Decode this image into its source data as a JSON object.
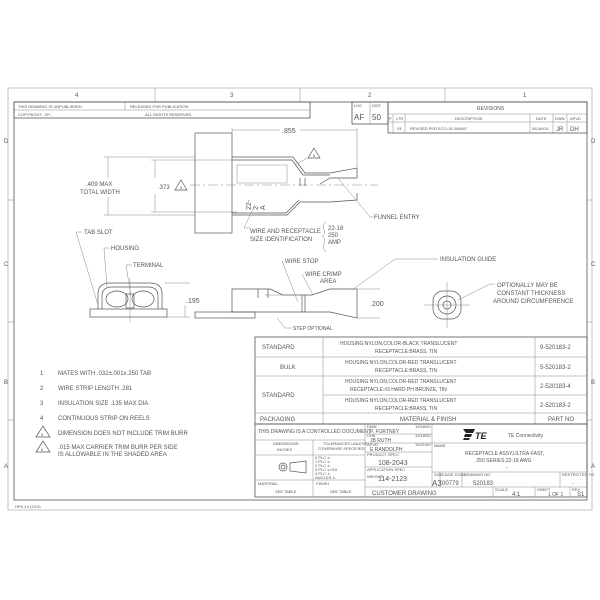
{
  "zones": {
    "columns": [
      "4",
      "3",
      "2",
      "1"
    ],
    "rows": [
      "D",
      "C",
      "B",
      "A"
    ]
  },
  "header_notes": {
    "unpublished": "THIS DRAWING IS UNPUBLISHED.",
    "copyright": "COPYRIGHT - BY -",
    "released": "RELEASED FOR PUBLICATION",
    "rights": "ALL RIGHTS RESERVED."
  },
  "loc_dist": {
    "loc_label": "LOC",
    "loc": "AF",
    "dist_label": "DIST",
    "dist": "50"
  },
  "revisions": {
    "title": "REVISIONS",
    "headers": [
      "P",
      "LTR",
      "DESCRIPTION",
      "DATE",
      "DWN",
      "APVD"
    ],
    "rows": [
      {
        "p": "",
        "ltr": "S1",
        "description": "REVISED PER ECO-15-008407",
        "date": "06JAN15",
        "dwn": "JR",
        "apvd": "DH"
      }
    ]
  },
  "drawing": {
    "dim_length": ".855",
    "dim_width_1": ".409 MAX",
    "dim_width_2": "TOTAL WIDTH",
    "dim_inner": ".373",
    "note_ref_5": "5",
    "note_ref_6": "6",
    "funnel_entry": "FUNNEL ENTRY",
    "size_id_1": "WIRE AND RECEPTACLE",
    "size_id_2": "SIZE IDENTIFICATION",
    "size_vals": [
      "22-18",
      "250",
      "AMP"
    ],
    "stamp": [
      "22-",
      "2",
      "A"
    ],
    "tab_slot": "TAB SLOT",
    "housing": "HOUSING",
    "terminal": "TERMINAL",
    "dim_height": ".195",
    "wire_stop": "WIRE STOP",
    "wire_crimp_1": "WIRE CRIMP",
    "wire_crimp_2": "AREA",
    "insulation_guide": "INSULATION GUIDE",
    "dim_side": ".200",
    "step_optional": "STEP OPTIONAL",
    "optional_1": "OPTIONALLY MAY BE",
    "optional_2": "CONSTANT THICKNESS",
    "optional_3": "AROUND CIRCUMFERENCE"
  },
  "notes": [
    {
      "num": "1",
      "text": "MATES WITH .032±.001x.250 TAB"
    },
    {
      "num": "2",
      "text": "WIRE STRIP LENGTH .281"
    },
    {
      "num": "3",
      "text": "INSULATION SIZE .135 MAX DIA"
    },
    {
      "num": "4",
      "text": "CONTINUOUS STRIP ON REELS"
    },
    {
      "num": "5",
      "text": "DIMENSION DOES NOT INCLUDE TRIM BURR"
    },
    {
      "num": "6",
      "text": ".015 MAX CARRIER TRIM BURR PER SIDE",
      "text2": "IS ALLOWABLE IN THE SHADED AREA"
    }
  ],
  "parts_table": {
    "headers": [
      "PACKAGING",
      "MATERIAL & FINISH",
      "PART NO"
    ],
    "rows": [
      {
        "packaging": "STANDARD",
        "material_1": "HOUSING:NYLON,COLOR-BLACK TRANSLUCENT",
        "material_2": "RECEPTACLE:BRASS, TIN",
        "part_no": "9-520183-2"
      },
      {
        "packaging": "BULK",
        "material_1": "HOUSING:NYLON,COLOR-RED TRANSLUCENT",
        "material_2": "RECEPTACLE:BRASS, TIN",
        "part_no": "5-520183-2"
      },
      {
        "packaging": "STANDARD",
        "material_1": "HOUSING:NYLON,COLOR-RED TRANSLUCENT",
        "material_2": "RECEPTACLE:#3 HARD PH BRONZE, TIN",
        "part_no": "2-520183-4"
      },
      {
        "packaging": "",
        "material_1": "HOUSING:NYLON,COLOR-RED TRANSLUCENT",
        "material_2": "RECEPTACLE:BRASS, TIN",
        "part_no": "2-520183-2"
      }
    ]
  },
  "title_block": {
    "controlled": "THIS DRAWING IS A CONTROLLED DOCUMENT.",
    "dimensions_label": "DIMENSIONS:",
    "dimensions_value": "INCHES",
    "tolerances_1": "TOLERANCES UNLESS",
    "tolerances_2": "OTHERWISE SPECIFIED:",
    "tol_rows": [
      "0 PLC  ±-",
      "1 PLC  ±-",
      "2 PLC  ±-",
      "3 PLC  ±.010",
      "4 PLC  ±-",
      "ANGLES  ±-"
    ],
    "material_label": "MATERIAL",
    "material_value": "SEE TABLE",
    "finish_label": "FINISH",
    "finish_value": "SEE TABLE",
    "dwn_label": "DWN",
    "dwn": "P. FORTNEY",
    "dwn_date": "10/18/00",
    "chk_label": "CHK",
    "chk": "JB RUTH",
    "chk_date": "10/18/00",
    "appvd_label": "APVD",
    "appvd": "E RANDOLPH",
    "appvd_date": "10/21/00",
    "product_spec_label": "PRODUCT SPEC",
    "product_spec": "108-2043",
    "application_spec_label": "APPLICATION SPEC",
    "application_spec": "114-2123",
    "weight_label": "WEIGHT",
    "weight": "-",
    "customer_drawing": "CUSTOMER DRAWING",
    "company_logo": "TE",
    "company": "TE Connectivity",
    "name_label": "NAME",
    "title_1": "RECEPTACLE ASSY,ULTRA-FAST,",
    "title_2": ".250 SERIES,22-18 AWG",
    "title_3": "-",
    "size_label": "SIZE",
    "size": "A3",
    "cage_label": "CAGE CODE",
    "cage": "00779",
    "drawing_no_label": "DRAWING NO",
    "drawing_no": "520183",
    "restricted_label": "RESTRICTED TO",
    "restricted": "-",
    "scale_label": "SCALE",
    "scale": "4:1",
    "sheet_label": "SHEET",
    "sheet": "1 OF 1",
    "rev_label": "REV",
    "rev": "S1"
  },
  "form_no": "HPS-14 (2/14)"
}
